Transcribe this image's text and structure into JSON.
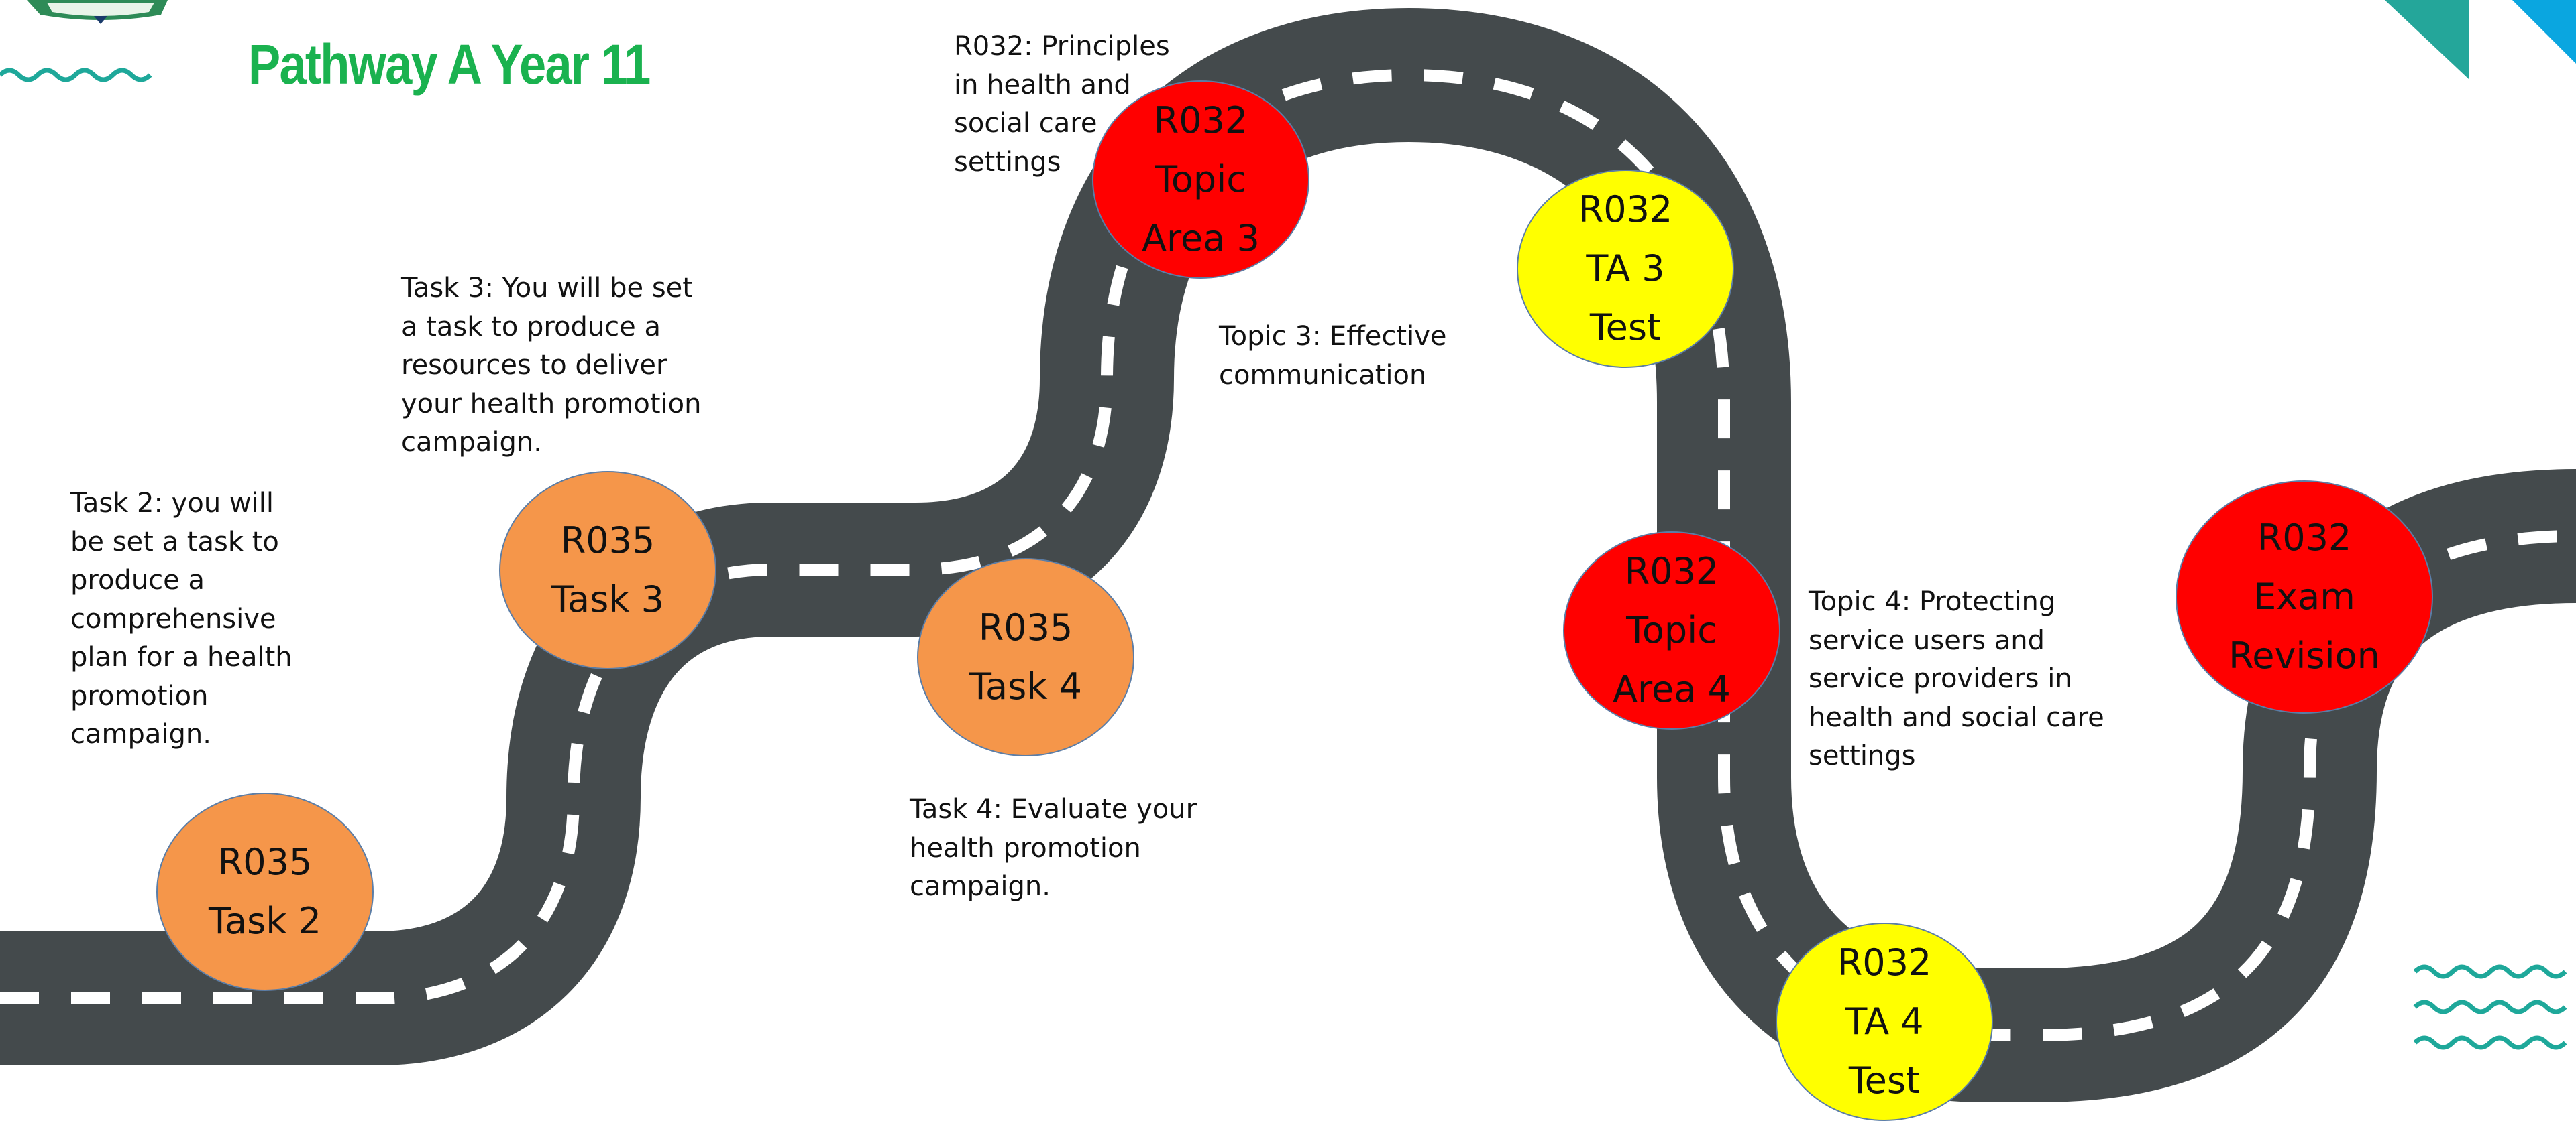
{
  "page": {
    "title": "Pathway A Year 11"
  },
  "colors": {
    "road": "#444a4c",
    "road_dash": "#ffffff",
    "title_green": "#1ab24f",
    "node_orange": "#f5964a",
    "node_red": "#ff0000",
    "node_yellow": "#ffff00",
    "wave_teal": "#1ea89a"
  },
  "icons": [
    "school-crest-icon",
    "wave-icon",
    "corner-triangle-icon"
  ],
  "nodes": [
    {
      "id": "r035-task2",
      "label": "R035\nTask 2",
      "color": "orange"
    },
    {
      "id": "r035-task3",
      "label": "R035\nTask 3",
      "color": "orange"
    },
    {
      "id": "r035-task4",
      "label": "R035\nTask 4",
      "color": "orange"
    },
    {
      "id": "r032-topic-area-3",
      "label": "R032\nTopic\nArea 3",
      "color": "red"
    },
    {
      "id": "r032-ta3-test",
      "label": "R032\nTA 3\nTest",
      "color": "yellow"
    },
    {
      "id": "r032-topic-area-4",
      "label": "R032\nTopic\nArea 4",
      "color": "red"
    },
    {
      "id": "r032-ta4-test",
      "label": "R032\nTA 4\nTest",
      "color": "yellow"
    },
    {
      "id": "r032-exam-revision",
      "label": "R032\nExam\nRevision",
      "color": "red"
    }
  ],
  "descriptions": {
    "task2": "Task 2: you will\nbe set a task to\nproduce a\ncomprehensive\nplan for a health\npromotion\ncampaign.",
    "task3": "Task 3: You will be set\na task to produce a\nresources to deliver\nyour health promotion\ncampaign.",
    "task4": "Task 4: Evaluate your\nhealth promotion\ncampaign.",
    "r032": "R032: Principles\nin health and\nsocial care\nsettings",
    "topic3": "Topic 3: Effective\ncommunication",
    "topic4": "Topic 4: Protecting\nservice users and\nservice providers in\nhealth and social care\nsettings"
  }
}
